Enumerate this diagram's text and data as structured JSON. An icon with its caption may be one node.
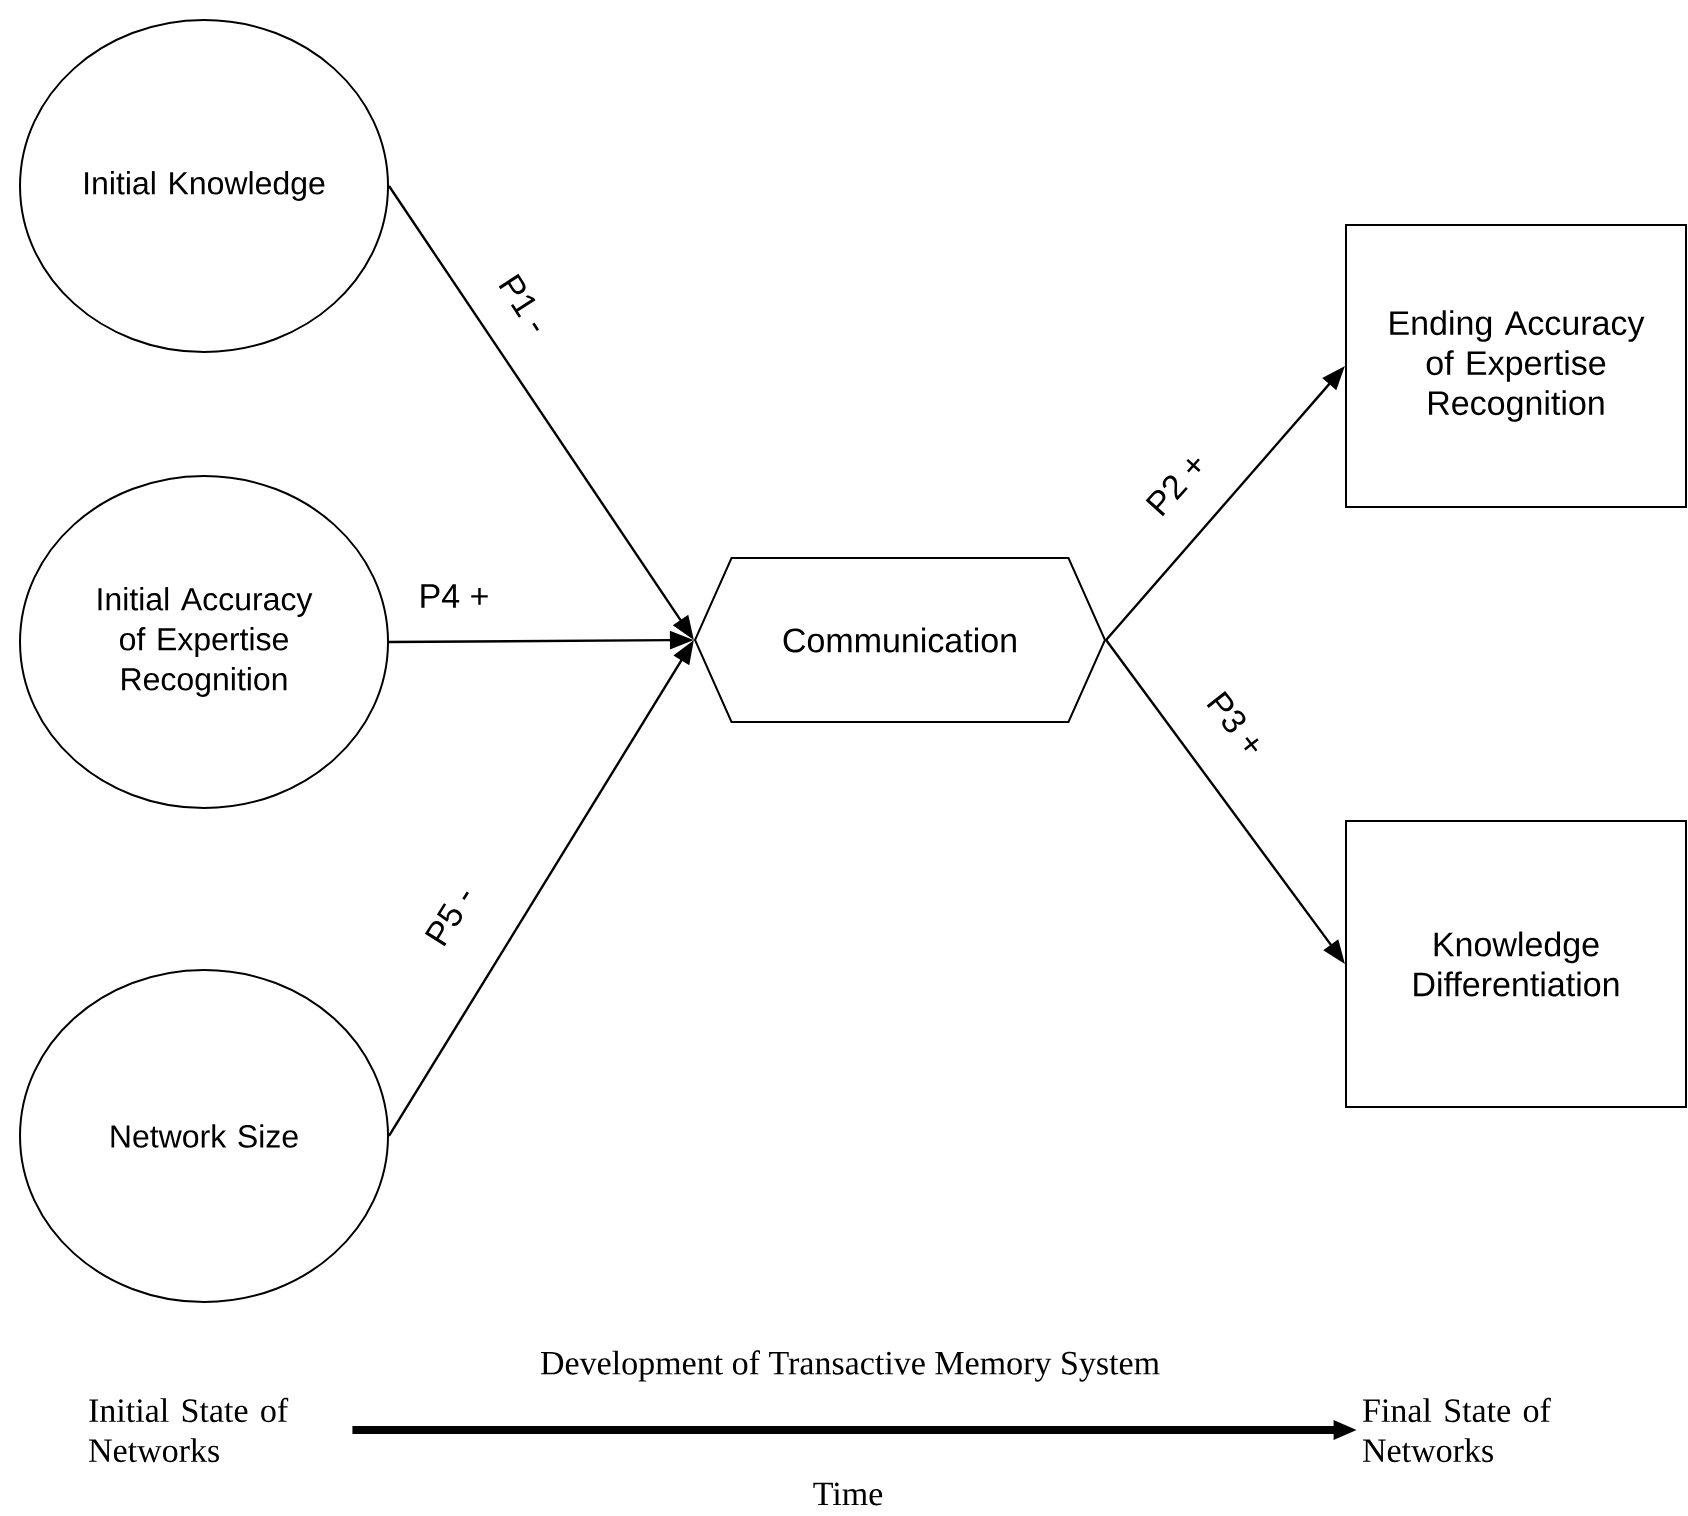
{
  "diagram": {
    "nodes": [
      {
        "text": [
          "Initial Knowledge"
        ]
      },
      {
        "text": [
          "Initial Accuracy of Expertise Recognition"
        ]
      },
      {
        "text": [
          "Communication"
        ]
      },
      {
        "text": [
          "Ending Accuracy of Expertise Recognition"
        ]
      },
      {
        "text": [
          "Knowledge Differentiation"
        ]
      },
      {
        "text": [
          "Network Size"
        ]
      },
      {
        "text": [
          "Initial State of Networks"
        ]
      },
      {
        "text": [
          "Final State of Networks"
        ]
      }
    ],
    "edges": [
      {
        "from": 0,
        "to": 2,
        "arrow": "to",
        "label": "P1 -"
      },
      {
        "from": 1,
        "to": 2,
        "arrow": "to",
        "label": "P4 +"
      },
      {
        "from": 5,
        "to": 2,
        "arrow": "to",
        "label": "P5 -"
      },
      {
        "from": 2,
        "to": 3,
        "arrow": "to",
        "label": "P2 +"
      },
      {
        "from": 2,
        "to": 4,
        "arrow": "to",
        "label": "P3 +"
      },
      {
        "from": 6,
        "to": 7,
        "arrow": "to",
        "label": "Development of Transactive Memory System",
        "style": "thick"
      }
    ],
    "labels": [
      "Time"
    ]
  }
}
